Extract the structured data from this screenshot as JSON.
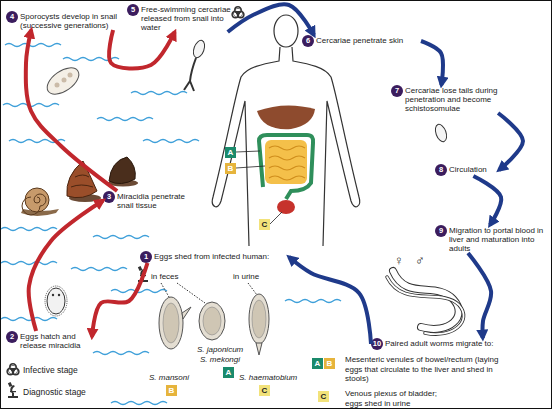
{
  "diagram": {
    "nodes": [
      {
        "text": [
          "1",
          "Eggs shed from infected human:"
        ]
      },
      {
        "text": [
          "2",
          "Eggs hatch and release miracidia"
        ]
      },
      {
        "text": [
          "3",
          "Miracidia penetrate snail tissue"
        ]
      },
      {
        "text": [
          "4",
          "Sporocysts develop in snail (successive generations)"
        ]
      },
      {
        "text": [
          "5",
          "Free-swimming cercariae released from snail into water"
        ]
      },
      {
        "text": [
          "6",
          "Cercariae penetrate skin"
        ]
      },
      {
        "text": [
          "7",
          "Cercariae lose tails during penetration and become schistosomulae"
        ]
      },
      {
        "text": [
          "8",
          "Circulation"
        ]
      },
      {
        "text": [
          "9",
          "Migration to portal blood in liver and maturation into adults"
        ]
      },
      {
        "text": [
          "10",
          "Paired adult worms migrate to:"
        ]
      },
      {
        "text": [
          "A"
        ]
      },
      {
        "text": [
          "B"
        ]
      },
      {
        "text": [
          "C"
        ]
      },
      {
        "text": [
          "B"
        ]
      },
      {
        "text": [
          "A"
        ]
      },
      {
        "text": [
          "C"
        ]
      },
      {
        "text": [
          "A"
        ]
      },
      {
        "text": [
          "B"
        ]
      },
      {
        "text": [
          "C"
        ]
      }
    ],
    "edges": [
      {
        "from": 0,
        "to": 1,
        "arrow": "to"
      },
      {
        "from": 1,
        "to": 2,
        "arrow": "to"
      },
      {
        "from": 2,
        "to": 3,
        "arrow": "to"
      },
      {
        "from": 3,
        "to": 4,
        "arrow": "to"
      },
      {
        "from": 4,
        "to": 5,
        "arrow": "to"
      },
      {
        "from": 5,
        "to": 6,
        "arrow": "to"
      },
      {
        "from": 6,
        "to": 7,
        "arrow": "to"
      },
      {
        "from": 7,
        "to": 8,
        "arrow": "to"
      },
      {
        "from": 8,
        "to": 9,
        "arrow": "to"
      },
      {
        "from": 9,
        "to": 0,
        "arrow": "to"
      }
    ],
    "labels": [
      "in feces",
      "in urine",
      "S. mansoni",
      "S. japonicum",
      "S. mekongi",
      "S. haematobium",
      "Mesenteric venules of bowel/rectum (laying eggs that circulate to the liver and shed in stools)",
      "Venous plexus of bladder; eggs shed in urine",
      "♀",
      "♂"
    ],
    "legend": [
      {
        "text": "Infective stage"
      },
      {
        "text": "Diagnostic stage"
      }
    ]
  }
}
